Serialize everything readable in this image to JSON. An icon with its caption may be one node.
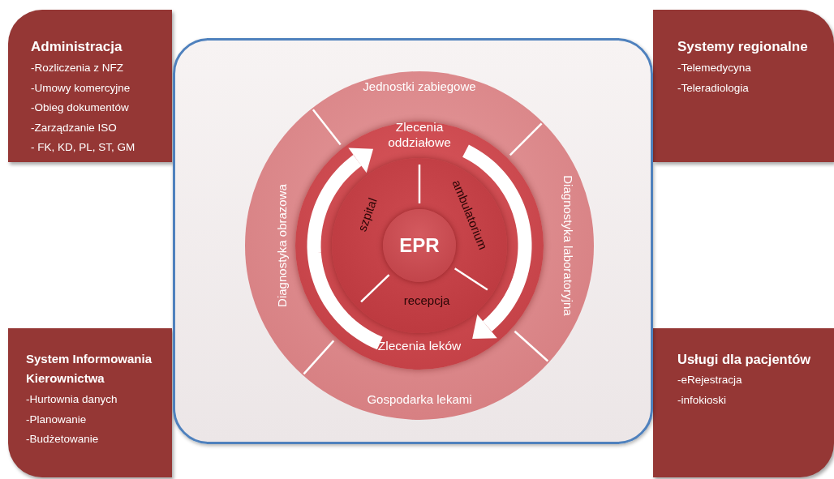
{
  "diagram": {
    "nodes": [
      {
        "text": [
          "Administracja",
          "-Rozliczenia z NFZ",
          "-Umowy komercyjne",
          "-Obieg dokumentów",
          "-Zarządzanie ISO",
          "- FK, KD, PL, ST, GM"
        ]
      },
      {
        "text": [
          "Systemy regionalne",
          "-Telemedycyna",
          "-Teleradiologia"
        ]
      },
      {
        "text": [
          "System Informowania Kierownictwa",
          "-Hurtownia danych",
          "-Planowanie",
          "-Budżetowanie"
        ]
      },
      {
        "text": [
          "Usługi dla pacjentów",
          "-eRejestracja",
          "-infokioski"
        ]
      },
      {
        "text": [],
        "shape": "box"
      },
      {
        "text": [
          "Jednostki zabiegowe",
          "Diagnostyka laboratoryjna",
          "Gospodarka lekami",
          "Diagnostyka obrazowa"
        ],
        "in": 4
      },
      {
        "text": [
          "Zlecenia oddziałowe",
          "Zlecenia leków"
        ],
        "in": 5
      },
      {
        "text": [
          "ambulatorium",
          "recepcja",
          "szpital"
        ],
        "in": 6
      },
      {
        "text": [
          "EPR"
        ],
        "in": 7
      }
    ]
  }
}
